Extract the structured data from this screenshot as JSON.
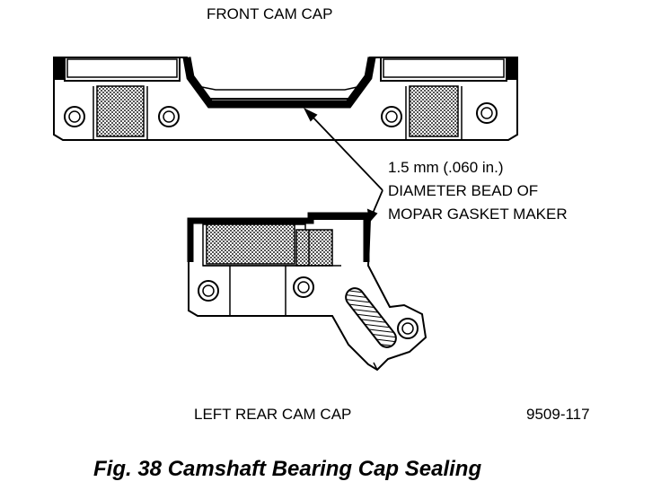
{
  "labels": {
    "front_cap": "FRONT CAM CAP",
    "callout_line1": "1.5 mm (.060 in.)",
    "callout_line2": "DIAMETER BEAD OF",
    "callout_line3": "MOPAR GASKET MAKER",
    "rear_cap": "LEFT REAR CAM CAP",
    "figure_id": "9509-117"
  },
  "caption": "Fig. 38 Camshaft Bearing Cap Sealing",
  "colors": {
    "ink": "#000000",
    "paper": "#ffffff",
    "stipple": "#6a6a6a"
  }
}
